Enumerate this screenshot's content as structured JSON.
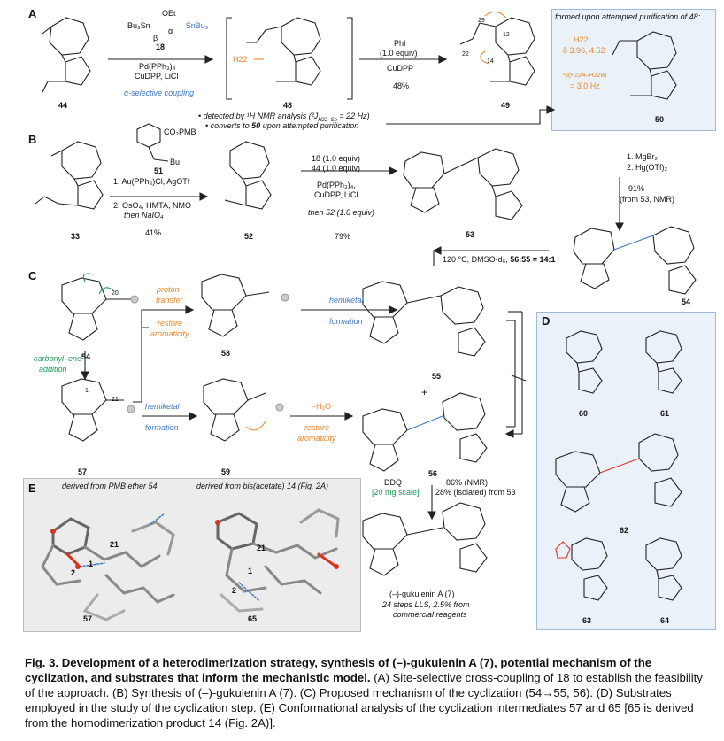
{
  "panels": {
    "a": "A",
    "b": "B",
    "c": "C",
    "d": "D",
    "e": "E"
  },
  "panel_a": {
    "reagent_18_top": "OEt",
    "reagent_18": "Bu₃Sn        SnBu₃",
    "alpha": "α",
    "beta": "β",
    "cmpd_18": "18",
    "cond1": "Pd(PPh₃)₄",
    "cond2": "CuDPP, LiCl",
    "selectivity": "α-selective coupling",
    "cmpd_44": "44",
    "cmpd_48": "48",
    "h22": "H22",
    "phi": "PhI",
    "phi_equiv": "(1.0 equiv)",
    "cudpp": "CuDPP",
    "yield_49": "48%",
    "cmpd_49": "49",
    "note1": "• detected by ¹H NMR analysis (²J(H22–Sn) = 22 Hz)",
    "note2": "• converts to 50 upon attempted purification",
    "box_title": "formed upon attempted purification of 48:",
    "box_h22": "H22:",
    "box_delta": "δ 3.96, 4.52",
    "box_j": "²J(H22A–H22B)",
    "box_jval": "= 3.0 Hz",
    "cmpd_50": "50",
    "atom_29": "29",
    "atom_12": "12",
    "atom_22": "22",
    "atom_14": "14"
  },
  "panel_b": {
    "reagent": "CO₂PMB",
    "reagent_bu": "Bu",
    "cmpd_51": "51",
    "step1": "1. Au(PPh₃)Cl, AgOTf",
    "step2": "2. OsO₄, HMTA, NMO",
    "step2b": "then NaIO₄",
    "yield_52": "41%",
    "cmpd_33": "33",
    "cmpd_52": "52",
    "c18": "18 (1.0 equiv)",
    "c44": "44 (1.0 equiv)",
    "pd": "Pd(PPh₃)₄,",
    "cudpp": "CuDPP, LiCl",
    "then52": "then 52 (1.0 equiv)",
    "yield_53": "79%",
    "cmpd_53": "53",
    "mgbr": "1. MgBr₂",
    "hg": "2. Hg(OTf)₂",
    "yield_54": "91%",
    "from53": "(from 53, NMR)",
    "cmpd_54": "54",
    "heat": "120 °C, DMSO-d₆,",
    "ratio": "56:55 = 14:1"
  },
  "panel_c": {
    "cmpd_54": "54",
    "proton1": "proton",
    "proton2": "transfer",
    "restore1": "restore",
    "restore2": "aromaticity",
    "cmpd_58": "58",
    "hemi1": "hemiketal",
    "hemi2": "formation",
    "carbonyl1": "carbonyl–ene",
    "carbonyl2": "addition",
    "cmpd_57": "57",
    "cmpd_59": "59",
    "h2o": "–H₂O",
    "restore3": "restore",
    "restore4": "aromaticity",
    "cmpd_55": "55",
    "cmpd_56": "56",
    "plus": "+",
    "ddq": "DDQ",
    "scale": "[20 mg scale]",
    "yield_nmr": "86% (NMR)",
    "yield_iso": "28% (isolated) from 53",
    "product": "(–)-gukulenin A (7)",
    "lls": "24 steps LLS, 2.5% from",
    "commercial": "commercial reagents",
    "atom_20": "20",
    "atom_21": "21",
    "atom_1": "1"
  },
  "panel_d": {
    "cmpd_60": "60",
    "cmpd_61": "61",
    "cmpd_62": "62",
    "cmpd_63": "63",
    "cmpd_64": "64"
  },
  "panel_e": {
    "left_title": "derived from PMB ether 54",
    "right_title": "derived from bis(acetate) 14 (Fig. 2A)",
    "cmpd_57": "57",
    "cmpd_65": "65",
    "n21a": "21",
    "n1a": "1",
    "n2a": "2",
    "n21b": "21",
    "n1b": "1",
    "n2b": "2"
  },
  "caption": {
    "title": "Fig. 3. Development of a heterodimerization strategy, synthesis of (–)-gukulenin A (7), potential mechanism of the cyclization, and substrates that inform the mechanistic model.",
    "body": " (A) Site-selective cross-coupling of 18 to establish the feasibility of the approach. (B) Synthesis of (–)-gukulenin A (7). (C) Proposed mechanism of the cyclization (54→55, 56). (D) Substrates employed in the study of the cyclization step. (E) Conformational analysis of the cyclization intermediates 57 and 65 [65 is derived from the homodimerization product 14 (Fig. 2A)]."
  },
  "colors": {
    "blue": "#3b78c2",
    "orange": "#e8882c",
    "green": "#1f9a5a",
    "red": "#d8321f",
    "boxfill": "#eaf1f9"
  }
}
